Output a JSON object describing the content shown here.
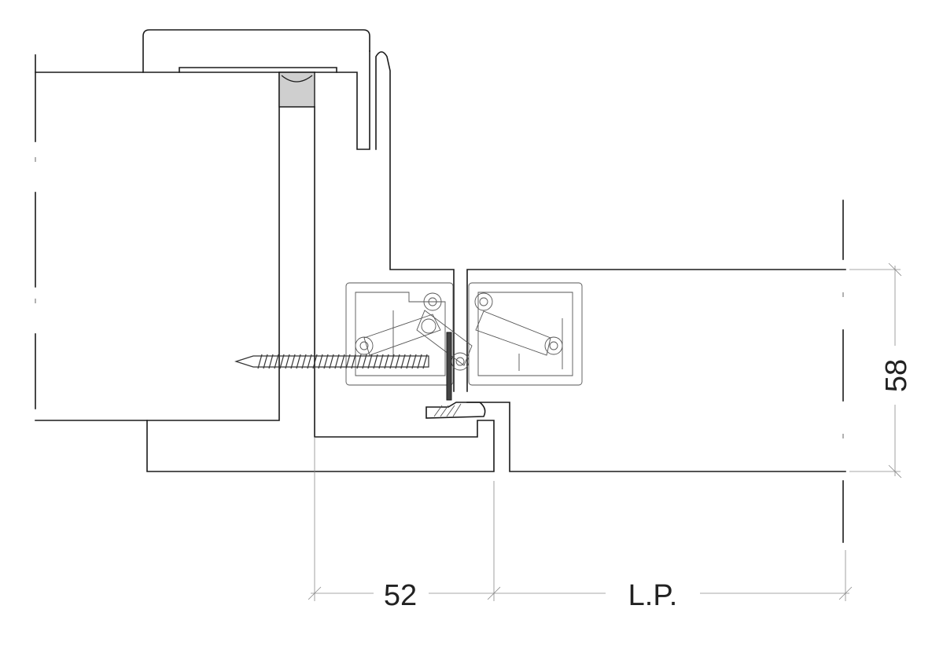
{
  "dimensions": {
    "width_label": "52",
    "leaf_label": "L.P.",
    "thickness_label": "58"
  }
}
